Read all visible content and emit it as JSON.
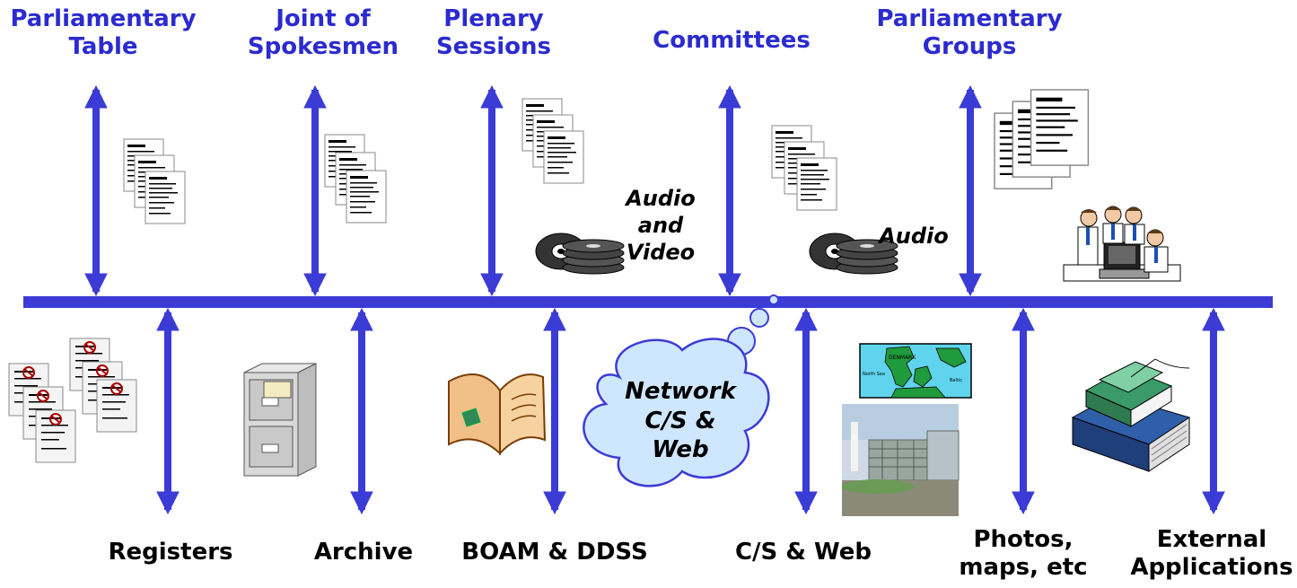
{
  "top_labels": {
    "parliamentary_table": "Parliamentary\nTable",
    "joint_spokesmen": "Joint of\nSpokesmen",
    "plenary_sessions": "Plenary\nSessions",
    "committees": "Committees",
    "parliamentary_groups": "Parliamentary\nGroups"
  },
  "bottom_labels": {
    "registers": "Registers",
    "archive": "Archive",
    "boam_ddss": "BOAM & DDSS",
    "cs_web": "C/S & Web",
    "photos_maps": "Photos,\nmaps, etc",
    "external_apps": "External\nApplications"
  },
  "media_labels": {
    "audio_video": "Audio\nand\nVideo",
    "audio": "Audio"
  },
  "cloud_label": "Network\nC/S &\nWeb",
  "map_labels": {
    "denmark": "DENMARK",
    "north_sea": "North Sea",
    "baltic": "Baltic"
  },
  "colors": {
    "bus": "#3b3bd6",
    "label_top": "#2b2bd0",
    "cloud_fill": "#cfe6ff",
    "cloud_stroke": "#3b3bd6"
  }
}
